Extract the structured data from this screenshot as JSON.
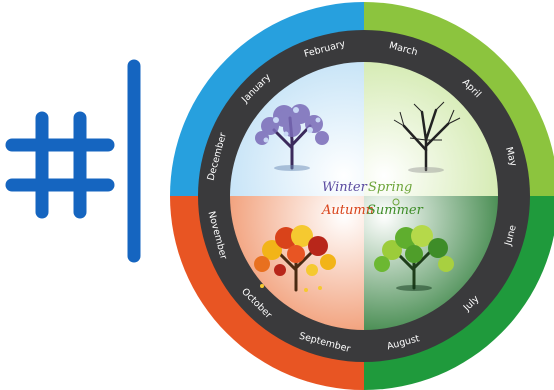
{
  "colors": {
    "winter_ring": "#27a0de",
    "spring_ring": "#8cc43e",
    "summer_ring": "#1f9a3c",
    "autumn_ring": "#e85523",
    "dark_band": "#3a3a3c",
    "hash_symbol": "#1565c0"
  },
  "icons": {
    "hash": "hash-icon",
    "winter_tree": "snowy-tree-icon",
    "spring_tree": "bare-tree-icon",
    "summer_tree": "green-tree-icon",
    "autumn_tree": "autumn-tree-icon"
  },
  "months": [
    "January",
    "February",
    "March",
    "April",
    "May",
    "June",
    "July",
    "August",
    "September",
    "October",
    "November",
    "December"
  ],
  "seasons": {
    "winter": "Winter",
    "spring": "Spring",
    "autumn": "Autumn",
    "summer": "Summer"
  }
}
